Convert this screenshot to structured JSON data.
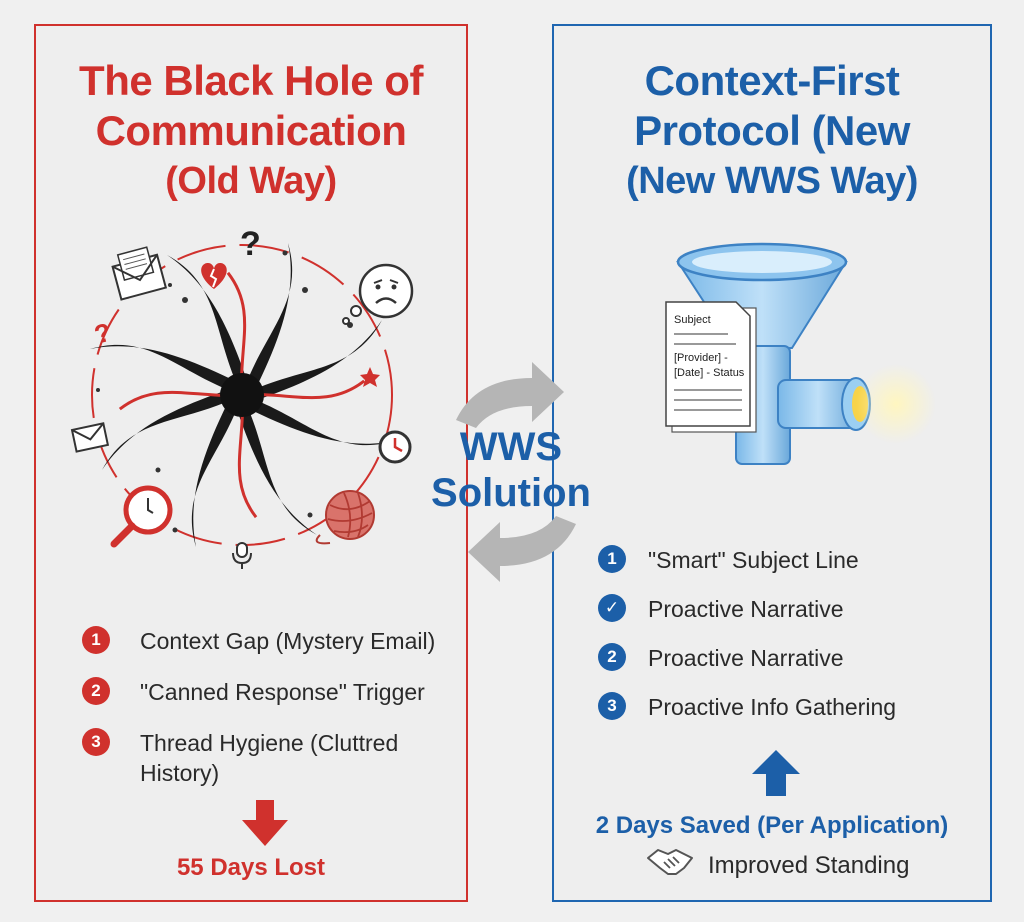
{
  "left_panel": {
    "title_line1": "The Black Hole of",
    "title_line2": "Communication",
    "title_line3": "(Old Way)",
    "items": [
      {
        "num": "1",
        "text": "Context Gap (Mystery Email)"
      },
      {
        "num": "2",
        "text": "\"Canned Response\" Trigger"
      },
      {
        "num": "3",
        "text": "Thread Hygiene (Cluttred History)"
      }
    ],
    "footer": "55 Days Lost",
    "question_mark": "?"
  },
  "center": {
    "line1": "WWS",
    "line2": "Solution"
  },
  "right_panel": {
    "title_line1": "Context-First",
    "title_line2": "Protocol (New",
    "title_line3": "(New WWS Way)",
    "document": {
      "subject": "Subject",
      "line1": "[Provider] -",
      "line2": "[Date] - Status"
    },
    "items": [
      {
        "num": "1",
        "text": "\"Smart\" Subject Line"
      },
      {
        "num": "✓",
        "text": "Proactive Narrative"
      },
      {
        "num": "2",
        "text": "Proactive Narrative"
      },
      {
        "num": "3",
        "text": "Proactive Info Gathering"
      }
    ],
    "footer_saved": "2 Days Saved (Per Application)",
    "footer_standing": "Improved Standing"
  },
  "colors": {
    "old_way_red": "#d0312d",
    "new_way_blue": "#1c5fa8",
    "background": "#f0f0f0"
  }
}
